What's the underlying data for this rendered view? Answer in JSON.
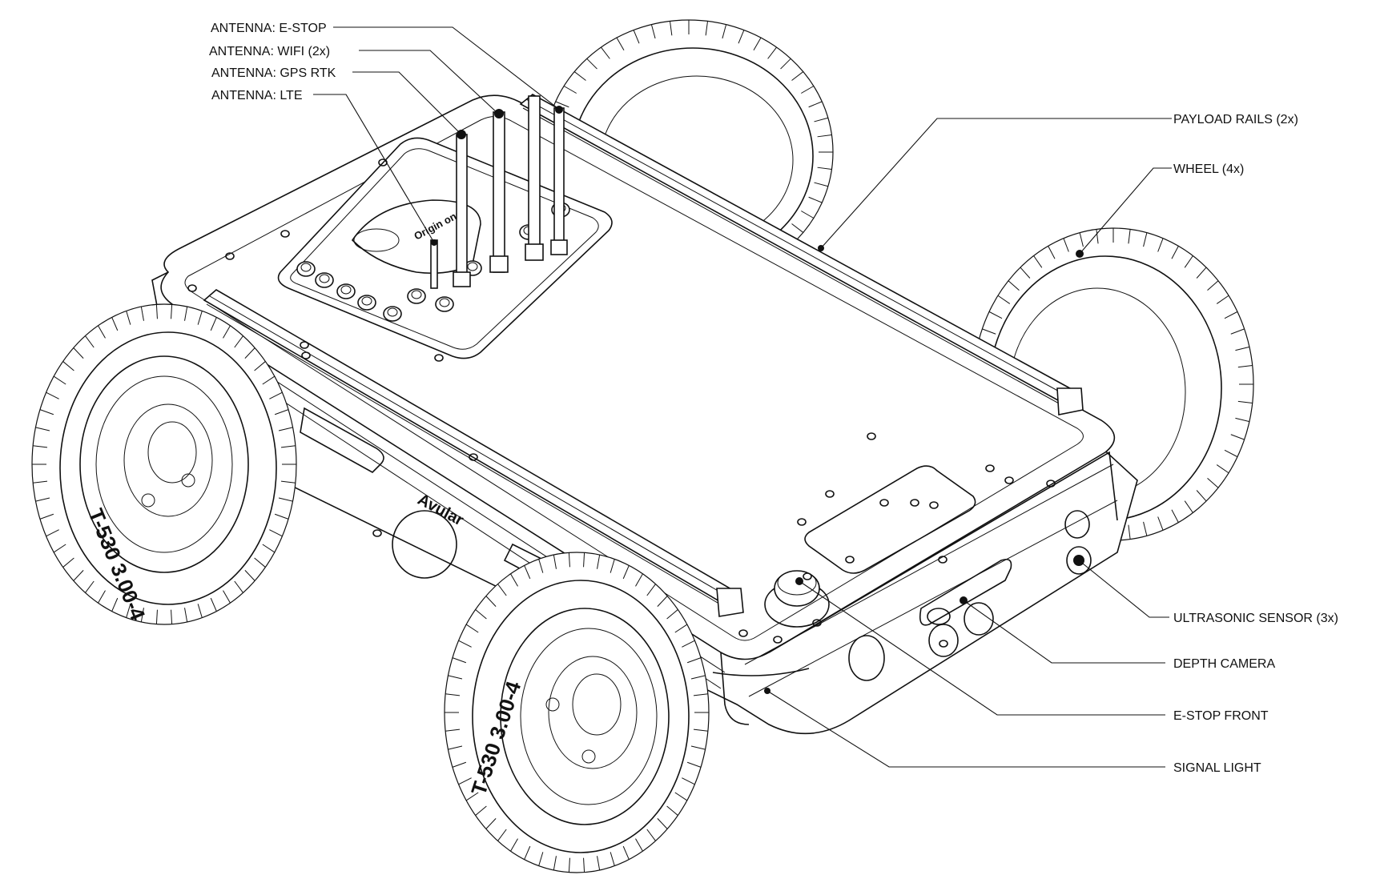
{
  "diagram": {
    "brand_mark": "Avular",
    "panel_mark": "Origin one",
    "tire_marking": "T-530 3.00-4",
    "line_color": "#111111",
    "background": "#ffffff"
  },
  "callouts": {
    "antenna_estop": "ANTENNA: E-STOP",
    "antenna_wifi": "ANTENNA: WIFI (2x)",
    "antenna_gps": "ANTENNA: GPS RTK",
    "antenna_lte": "ANTENNA: LTE",
    "payload_rails": "PAYLOAD RAILS (2x)",
    "wheel": "WHEEL (4x)",
    "ultrasonic": "ULTRASONIC SENSOR (3x)",
    "depth_camera": "DEPTH CAMERA",
    "estop_front": "E-STOP FRONT",
    "signal_light": "SIGNAL LIGHT"
  }
}
